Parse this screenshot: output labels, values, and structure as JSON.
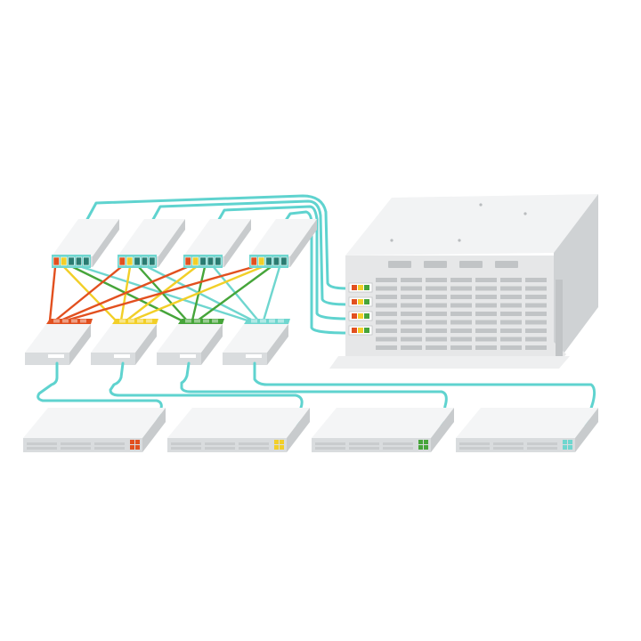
{
  "colors": {
    "background": "#ffffff",
    "cable_teal": "#5fd3cf",
    "red": "#e2501f",
    "yellow": "#f2cf28",
    "green": "#46a53a",
    "teal": "#6fd6cf",
    "device_top": "#f4f5f6",
    "device_front": "#d9dcde",
    "device_side": "#c8cbcd",
    "chassis_top": "#f2f3f4",
    "chassis_front": "#e6e7e8",
    "chassis_side": "#cfd2d4",
    "grille": "#c1c4c6",
    "port_dark": "#2a7c72"
  },
  "diagram": {
    "spine_switches": [
      {
        "id": "spine-1",
        "accent": "teal"
      },
      {
        "id": "spine-2",
        "accent": "teal"
      },
      {
        "id": "spine-3",
        "accent": "teal"
      },
      {
        "id": "spine-4",
        "accent": "teal"
      }
    ],
    "leaf_switches": [
      {
        "id": "leaf-1",
        "accent": "red"
      },
      {
        "id": "leaf-2",
        "accent": "yellow"
      },
      {
        "id": "leaf-3",
        "accent": "green"
      },
      {
        "id": "leaf-4",
        "accent": "teal"
      }
    ],
    "servers": [
      {
        "id": "server-1",
        "accent": "red"
      },
      {
        "id": "server-2",
        "accent": "yellow"
      },
      {
        "id": "server-3",
        "accent": "green"
      },
      {
        "id": "server-4",
        "accent": "teal"
      }
    ],
    "chassis": {
      "id": "modular-chassis",
      "line_cards": [
        {
          "id": "card-1",
          "port_colors": [
            "red",
            "yellow",
            "green"
          ]
        },
        {
          "id": "card-2",
          "port_colors": [
            "red",
            "yellow",
            "green"
          ]
        },
        {
          "id": "card-3",
          "port_colors": [
            "red",
            "yellow",
            "green"
          ]
        },
        {
          "id": "card-4",
          "port_colors": [
            "red",
            "yellow",
            "green"
          ]
        }
      ]
    },
    "fabric_links": [
      {
        "from": "spine-1",
        "to": "leaf-1",
        "color": "red"
      },
      {
        "from": "spine-1",
        "to": "leaf-2",
        "color": "yellow"
      },
      {
        "from": "spine-1",
        "to": "leaf-3",
        "color": "green"
      },
      {
        "from": "spine-1",
        "to": "leaf-4",
        "color": "teal"
      },
      {
        "from": "spine-2",
        "to": "leaf-1",
        "color": "red"
      },
      {
        "from": "spine-2",
        "to": "leaf-2",
        "color": "yellow"
      },
      {
        "from": "spine-2",
        "to": "leaf-3",
        "color": "green"
      },
      {
        "from": "spine-2",
        "to": "leaf-4",
        "color": "teal"
      },
      {
        "from": "spine-3",
        "to": "leaf-1",
        "color": "red"
      },
      {
        "from": "spine-3",
        "to": "leaf-2",
        "color": "yellow"
      },
      {
        "from": "spine-3",
        "to": "leaf-3",
        "color": "green"
      },
      {
        "from": "spine-3",
        "to": "leaf-4",
        "color": "teal"
      },
      {
        "from": "spine-4",
        "to": "leaf-1",
        "color": "red"
      },
      {
        "from": "spine-4",
        "to": "leaf-2",
        "color": "yellow"
      },
      {
        "from": "spine-4",
        "to": "leaf-3",
        "color": "green"
      },
      {
        "from": "spine-4",
        "to": "leaf-4",
        "color": "teal"
      }
    ]
  }
}
